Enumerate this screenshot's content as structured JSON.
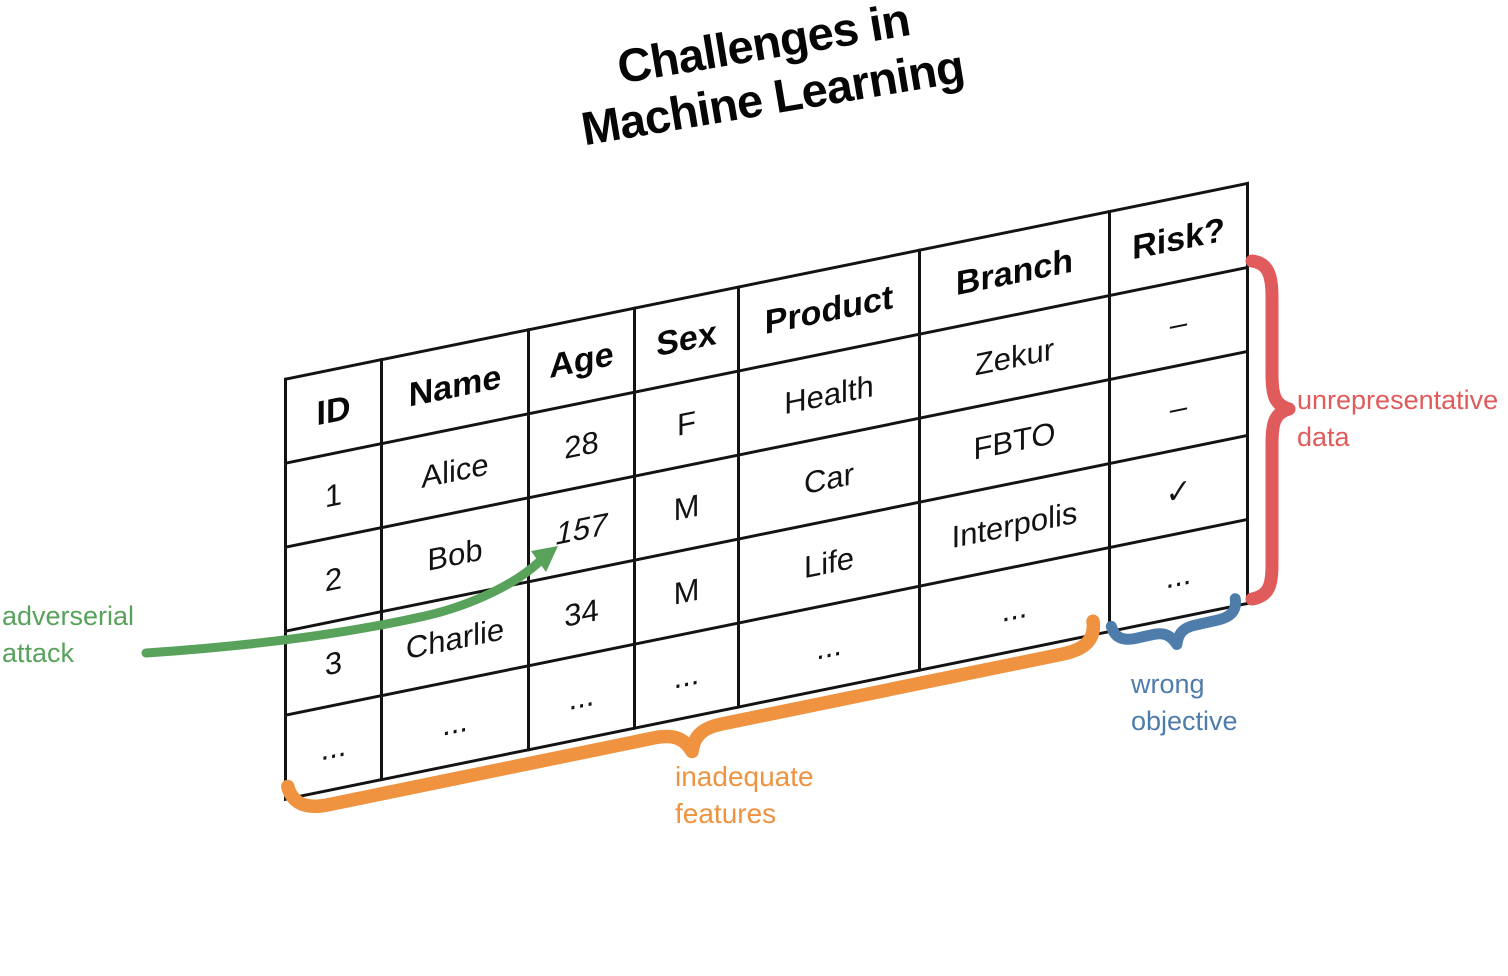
{
  "title": {
    "line1": "Challenges in",
    "line2": "Machine Learning"
  },
  "table": {
    "headers": [
      "ID",
      "Name",
      "Age",
      "Sex",
      "Product",
      "Branch",
      "Risk?"
    ],
    "rows": [
      [
        "1",
        "Alice",
        "28",
        "F",
        "Health",
        "Zekur",
        "–"
      ],
      [
        "2",
        "Bob",
        "157",
        "M",
        "Car",
        "FBTO",
        "–"
      ],
      [
        "3",
        "Charlie",
        "34",
        "M",
        "Life",
        "Interpolis",
        "✓"
      ],
      [
        "...",
        "...",
        "...",
        "...",
        "...",
        "...",
        "..."
      ]
    ]
  },
  "annotations": {
    "adversarial_attack": {
      "line1": "adverserial",
      "line2": "attack",
      "color": "#58a25c",
      "target_value": "157"
    },
    "inadequate_features": {
      "line1": "inadequate",
      "line2": "features",
      "color": "#ef9340"
    },
    "unrepresentative_data": {
      "line1": "unrepresentative",
      "line2": "data",
      "color": "#e05b5b"
    },
    "wrong_objective": {
      "line1": "wrong",
      "line2": "objective",
      "color": "#4e7cab"
    }
  }
}
